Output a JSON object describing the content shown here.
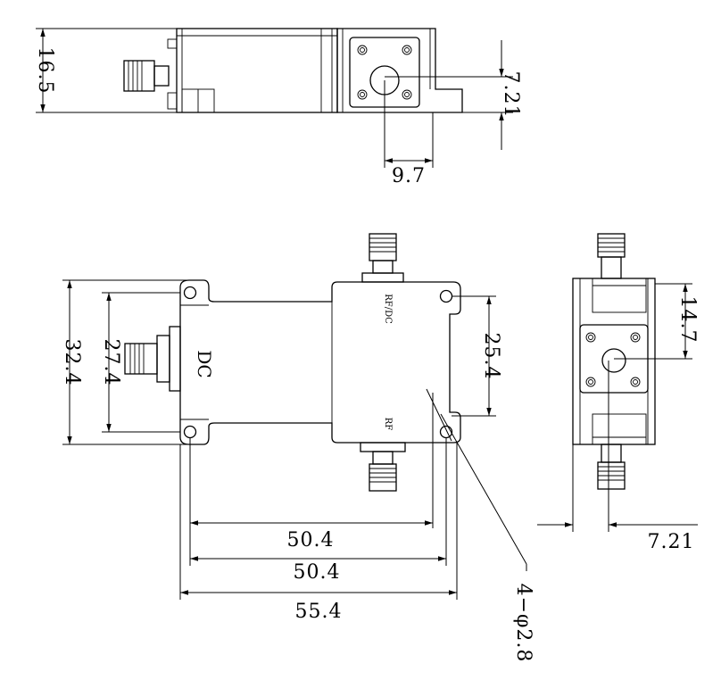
{
  "dimensions": {
    "top_height": "16.5",
    "top_connector_offset": "7.21",
    "top_connector_width": "9.7",
    "front_outer_height": "32.4",
    "front_inner_height": "27.4",
    "front_hole_spacing": "25.4",
    "front_width_a": "50.4",
    "front_width_b": "50.4",
    "front_total_width": "55.4",
    "holes_callout": "4−φ2.8",
    "side_height": "14.7",
    "side_offset": "7.21"
  },
  "labels": {
    "dc": "DC",
    "rf_dc": "RF/DC",
    "rf": "RF"
  }
}
